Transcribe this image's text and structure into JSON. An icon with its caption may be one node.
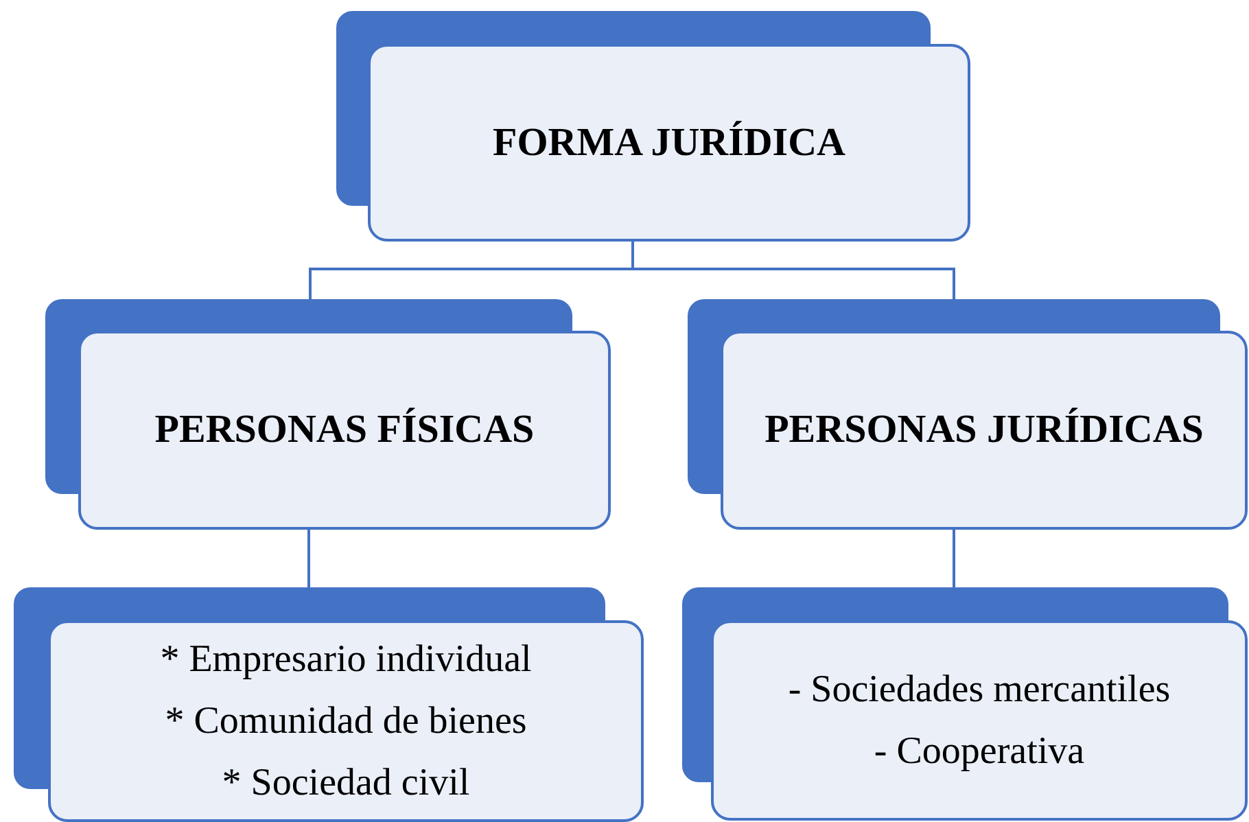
{
  "diagram": {
    "nodes": [
      {
        "text": [
          "FORMA JURÍDICA"
        ]
      },
      {
        "text": [
          "PERSONAS FÍSICAS"
        ]
      },
      {
        "text": [
          "PERSONAS JURÍDICAS"
        ]
      },
      {
        "text": [
          "* Empresario individual",
          "* Comunidad de bienes",
          "* Sociedad civil"
        ]
      },
      {
        "text": [
          "- Sociedades mercantiles",
          "- Cooperativa"
        ]
      }
    ],
    "edges": [
      {
        "from": 0,
        "to": 1,
        "arrow": "none"
      },
      {
        "from": 0,
        "to": 2,
        "arrow": "none"
      },
      {
        "from": 1,
        "to": 3,
        "arrow": "none"
      },
      {
        "from": 2,
        "to": 4,
        "arrow": "none"
      }
    ]
  }
}
